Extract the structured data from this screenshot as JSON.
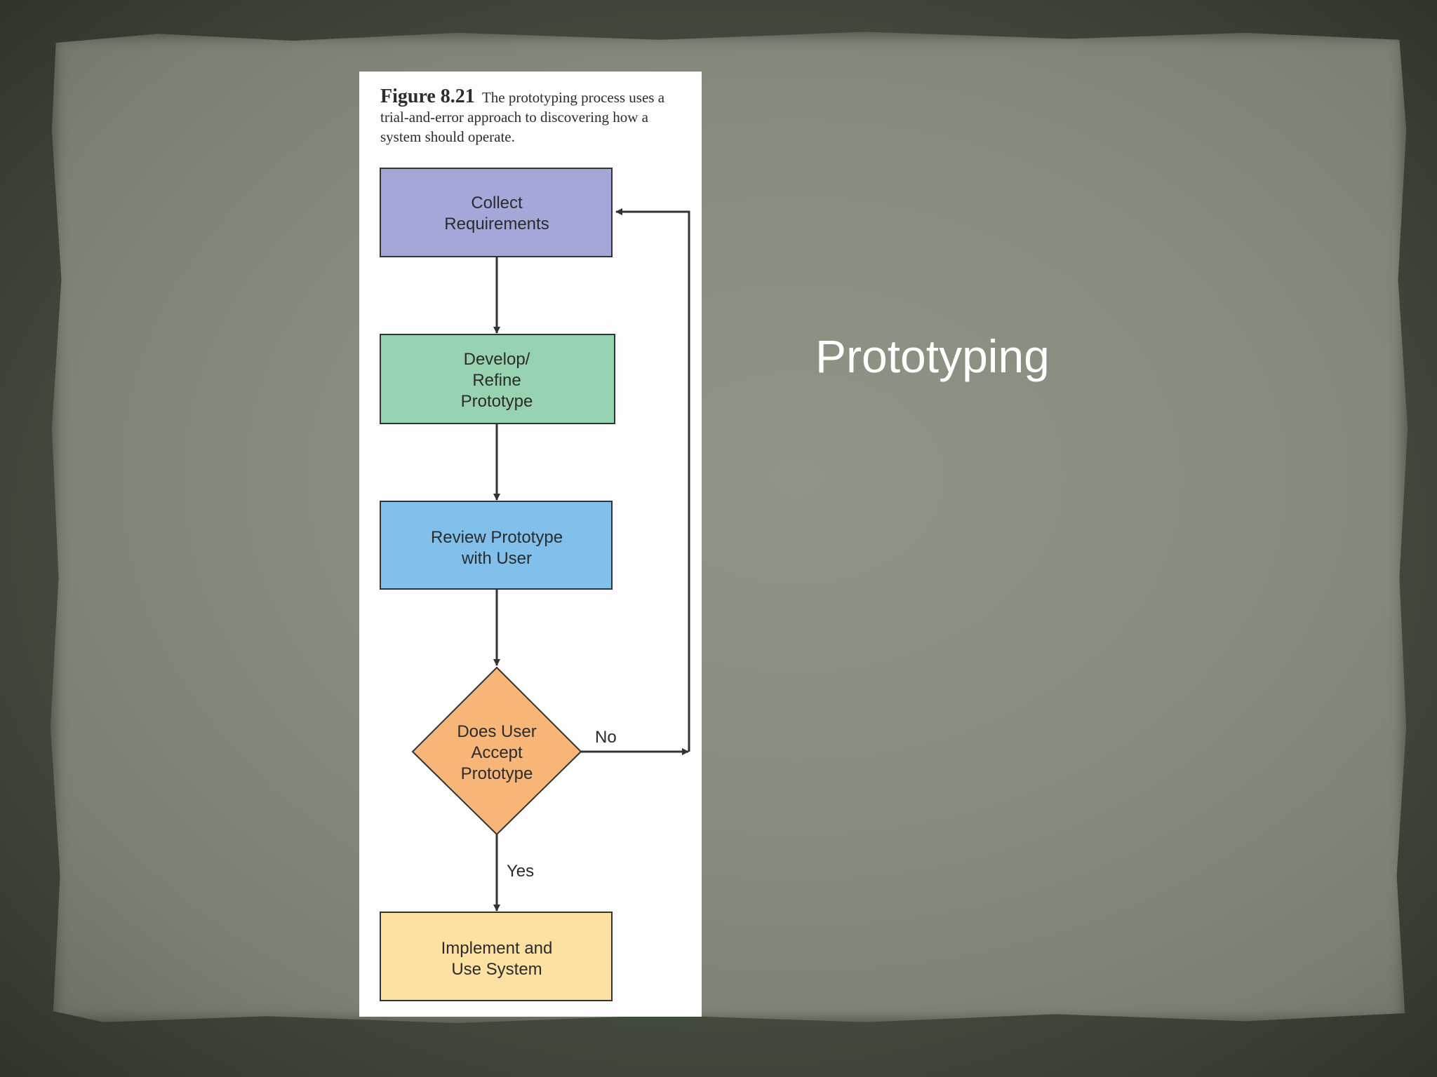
{
  "slide": {
    "title": "Prototyping"
  },
  "figure": {
    "label": "Figure 8.21",
    "caption": "The prototyping process uses a trial-and-error approach to discovering how a system should operate."
  },
  "flowchart": {
    "nodes": [
      {
        "id": "collect",
        "lines": [
          "Collect",
          "Requirements"
        ],
        "color": "#a3a8d8"
      },
      {
        "id": "develop",
        "lines": [
          "Develop/",
          "Refine",
          "Prototype"
        ],
        "color": "#98d3b1"
      },
      {
        "id": "review",
        "lines": [
          "Review Prototype",
          "with User"
        ],
        "color": "#80c0ea"
      },
      {
        "id": "decision",
        "lines": [
          "Does User",
          "Accept",
          "Prototype"
        ],
        "color": "#f7b677"
      },
      {
        "id": "implement",
        "lines": [
          "Implement and",
          "Use System"
        ],
        "color": "#fde1a2"
      }
    ],
    "edges": [
      {
        "from": "collect",
        "to": "develop",
        "label": ""
      },
      {
        "from": "develop",
        "to": "review",
        "label": ""
      },
      {
        "from": "review",
        "to": "decision",
        "label": ""
      },
      {
        "from": "decision",
        "to": "implement",
        "label": "Yes"
      },
      {
        "from": "decision",
        "to": "collect",
        "label": "No"
      }
    ]
  }
}
